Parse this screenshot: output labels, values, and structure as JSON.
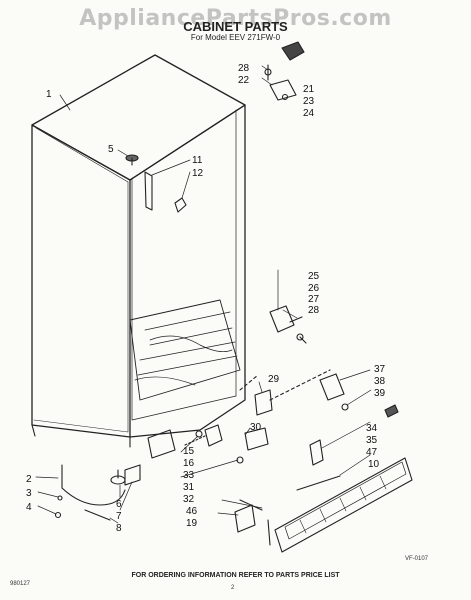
{
  "watermark": "AppliancePartsPros.com",
  "title": "CABINET PARTS",
  "subtitle": "For Model EEV 271FW-0",
  "footer": "FOR ORDERING INFORMATION REFER TO PARTS PRICE LIST",
  "page_number": "2",
  "doc_code": "980127",
  "figure_code": "VF-0107",
  "callouts": [
    "1",
    "5",
    "11",
    "12",
    "28",
    "22",
    "21",
    "23",
    "24",
    "25",
    "26",
    "27",
    "28",
    "29",
    "37",
    "38",
    "39",
    "30",
    "15",
    "16",
    "33",
    "31",
    "32",
    "34",
    "35",
    "47",
    "10",
    "46",
    "19",
    "2",
    "3",
    "4",
    "6",
    "7",
    "8"
  ]
}
